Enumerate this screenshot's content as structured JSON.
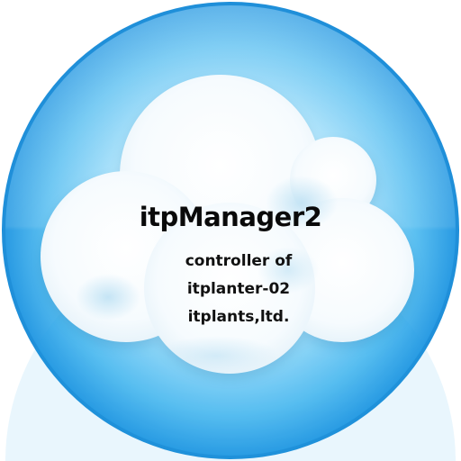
{
  "app_icon": {
    "name": "itpManager2",
    "lines": [
      "controller of",
      "itplanter-02",
      "itplants,ltd."
    ],
    "icon": "cloud-icon",
    "colors": {
      "ring_outer": "#2c9fe6",
      "ring_inner": "#9fdcf8",
      "cloud": "#ffffff",
      "cloud_shade": "#cfe8f5",
      "text": "#0a0a0a"
    }
  }
}
